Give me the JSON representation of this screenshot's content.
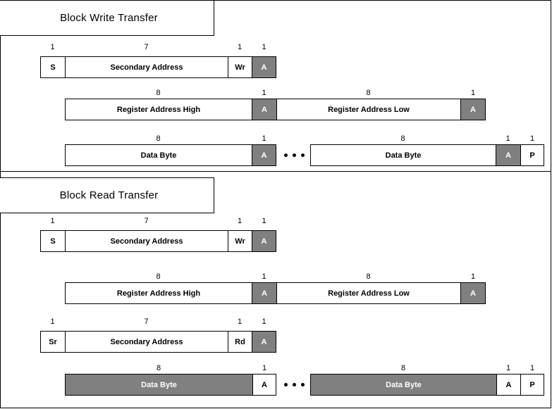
{
  "sections": [
    {
      "id": "block-write-transfer",
      "title": "Block Write Transfer",
      "rows": [
        {
          "id": "write-address-row",
          "cells": [
            {
              "label": "S",
              "bits": "1",
              "fill": "white"
            },
            {
              "label": "Secondary Address",
              "bits": "7",
              "fill": "white"
            },
            {
              "label": "Wr",
              "bits": "1",
              "fill": "white"
            },
            {
              "label": "A",
              "bits": "1",
              "fill": "gray"
            }
          ]
        },
        {
          "id": "write-register-address-row",
          "cells": [
            {
              "label": "Register Address High",
              "bits": "8",
              "fill": "white"
            },
            {
              "label": "A",
              "bits": "1",
              "fill": "gray"
            },
            {
              "label": "Register Address Low",
              "bits": "8",
              "fill": "white"
            },
            {
              "label": "A",
              "bits": "1",
              "fill": "gray"
            }
          ]
        },
        {
          "id": "write-data-row",
          "cells": [
            {
              "label": "Data Byte",
              "bits": "8",
              "fill": "white"
            },
            {
              "label": "A",
              "bits": "1",
              "fill": "gray"
            },
            {
              "label": "",
              "bits": "",
              "fill": "ellipsis"
            },
            {
              "label": "Data Byte",
              "bits": "8",
              "fill": "white"
            },
            {
              "label": "A",
              "bits": "1",
              "fill": "gray"
            },
            {
              "label": "P",
              "bits": "1",
              "fill": "white"
            }
          ]
        }
      ]
    },
    {
      "id": "block-read-transfer",
      "title": "Block Read Transfer",
      "rows": [
        {
          "id": "read-write-address-row",
          "cells": [
            {
              "label": "S",
              "bits": "1",
              "fill": "white"
            },
            {
              "label": "Secondary Address",
              "bits": "7",
              "fill": "white"
            },
            {
              "label": "Wr",
              "bits": "1",
              "fill": "white"
            },
            {
              "label": "A",
              "bits": "1",
              "fill": "gray"
            }
          ]
        },
        {
          "id": "read-register-address-row",
          "cells": [
            {
              "label": "Register Address High",
              "bits": "8",
              "fill": "white"
            },
            {
              "label": "A",
              "bits": "1",
              "fill": "gray"
            },
            {
              "label": "Register Address Low",
              "bits": "8",
              "fill": "white"
            },
            {
              "label": "A",
              "bits": "1",
              "fill": "gray"
            }
          ]
        },
        {
          "id": "read-restart-address-row",
          "cells": [
            {
              "label": "Sr",
              "bits": "1",
              "fill": "white"
            },
            {
              "label": "Secondary Address",
              "bits": "7",
              "fill": "white"
            },
            {
              "label": "Rd",
              "bits": "1",
              "fill": "white"
            },
            {
              "label": "A",
              "bits": "1",
              "fill": "gray"
            }
          ]
        },
        {
          "id": "read-data-row",
          "cells": [
            {
              "label": "Data Byte",
              "bits": "8",
              "fill": "gray"
            },
            {
              "label": "A",
              "bits": "1",
              "fill": "white"
            },
            {
              "label": "",
              "bits": "",
              "fill": "ellipsis"
            },
            {
              "label": "Data Byte",
              "bits": "8",
              "fill": "gray"
            },
            {
              "label": "A",
              "bits": "1",
              "fill": "white"
            },
            {
              "label": "P",
              "bits": "1",
              "fill": "white"
            }
          ]
        }
      ]
    }
  ],
  "colors": {
    "fill_gray": "#808080",
    "fill_white": "#ffffff",
    "stroke": "#000000"
  }
}
